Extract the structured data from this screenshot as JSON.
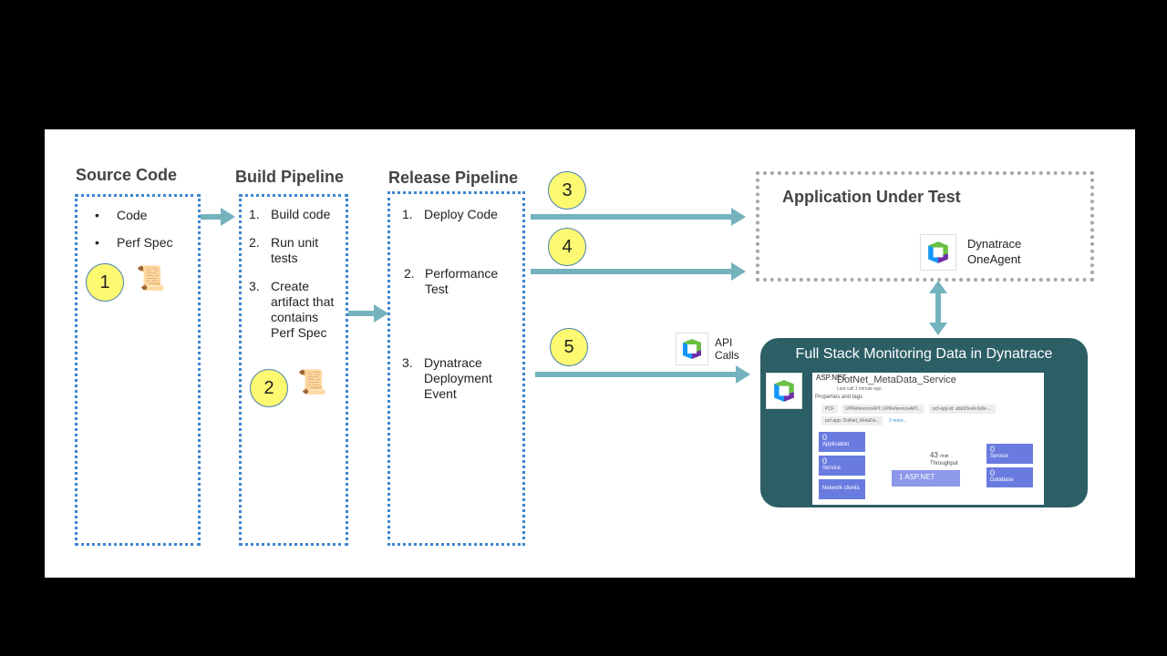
{
  "columns": {
    "source": {
      "title": "Source Code",
      "items": [
        "Code",
        "Perf Spec"
      ],
      "step": "1"
    },
    "build": {
      "title": "Build Pipeline",
      "items": [
        "Build code",
        "Run unit tests",
        "Create artifact that contains Perf Spec"
      ],
      "step": "2"
    },
    "release": {
      "title": "Release Pipeline",
      "items": [
        "Deploy Code",
        "Performance Test",
        "Dynatrace Deployment Event"
      ]
    }
  },
  "steps": [
    "3",
    "4",
    "5"
  ],
  "aut": {
    "title": "Application Under Test",
    "agent": "Dynatrace OneAgent"
  },
  "api": "API Calls",
  "monitoring": {
    "title": "Full Stack Monitoring Data in Dynatrace",
    "service": {
      "tech": "ASP.NET",
      "name": "DotNet_MetaData_Service",
      "last_call": "Last call 1 minute ago",
      "props": "Properties and tags",
      "tags": [
        "PCF",
        "UPReferenceAPI: UPReferenceAPI...",
        "pcf-app-id: abb93eeb-fa9e-...",
        "pcf-app: DotNet_MetaDa...",
        "2 more..."
      ],
      "left": [
        {
          "v": "0",
          "l": "Application"
        },
        {
          "v": "0",
          "l": "Service"
        },
        {
          "v": "",
          "l": "Network clients"
        }
      ],
      "center": "1 ASP.NET",
      "throughput": "43",
      "throughput_unit": "/min",
      "throughput_label": "Throughput",
      "right": [
        {
          "v": "0",
          "l": "Service"
        },
        {
          "v": "0",
          "l": "Database"
        }
      ]
    }
  },
  "colors": {
    "arrow": "#74b3bd",
    "panel": "#2c5e66",
    "dotted": "#3d85d1",
    "badge": "#fdfa72"
  }
}
